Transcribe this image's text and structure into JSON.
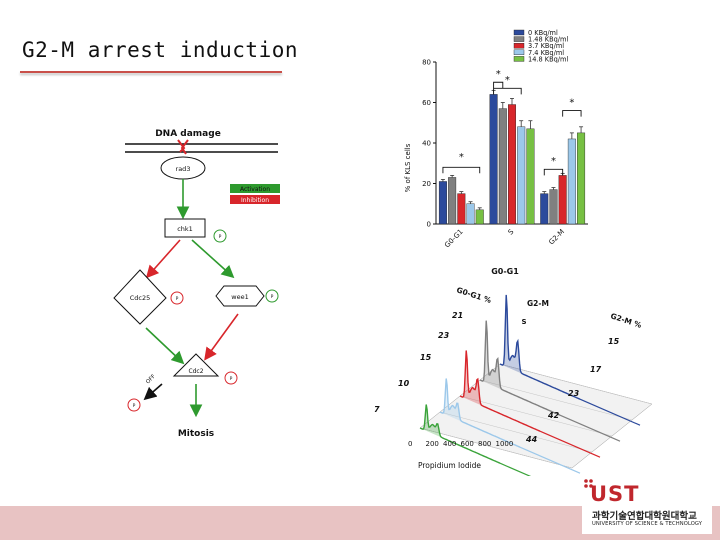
{
  "slide": {
    "title": "G2-M arrest induction"
  },
  "pathway": {
    "dna_damage": "DNA damage",
    "rad3": "rad3",
    "activation": "Activation",
    "inhibition": "Inhibition",
    "chk1": "chk1",
    "cdc25": "Cdc25",
    "wee1": "wee1",
    "cdc2": "Cdc2",
    "p": "P",
    "off": "OFF",
    "mitosis": "Mitosis",
    "colors": {
      "activation": "#2e9a2e",
      "inhibition": "#d8262b"
    }
  },
  "chart_data": [
    {
      "type": "bar",
      "ylabel": "% of KLS cells",
      "ylim": [
        0,
        80
      ],
      "yticks": [
        "0",
        "20",
        "40",
        "60",
        "80"
      ],
      "categories": [
        "G0-G1",
        "S",
        "G2-M"
      ],
      "series": [
        {
          "name": "0 KBq/ml",
          "color": "#2c4a9c",
          "values": [
            21,
            64,
            15
          ]
        },
        {
          "name": "1.48 KBq/ml",
          "color": "#808080",
          "values": [
            23,
            57,
            17
          ]
        },
        {
          "name": "3.7 KBq/ml",
          "color": "#d8262b",
          "values": [
            15,
            59,
            24
          ]
        },
        {
          "name": "7.4 KBq/ml",
          "color": "#9cc8ea",
          "values": [
            10,
            48,
            42
          ]
        },
        {
          "name": "14.8 KBq/ml",
          "color": "#77c043",
          "values": [
            7,
            47,
            45
          ]
        }
      ],
      "errors": [
        [
          1,
          2,
          1
        ],
        [
          1,
          3,
          1
        ],
        [
          1,
          3,
          1
        ],
        [
          1,
          3,
          3
        ],
        [
          1,
          4,
          3
        ]
      ],
      "significance": "*"
    },
    {
      "type": "area",
      "xlabel": "Propidium Iodide",
      "xticks": [
        "0",
        "200",
        "400",
        "600",
        "800",
        "1000"
      ],
      "peak_labels": {
        "g0g1": "G0-G1",
        "s": "S",
        "g2m": "G2-M"
      },
      "left_axis_title": "G0-G1 %",
      "right_axis_title": "G2-M %",
      "g0g1_percent": [
        "21",
        "23",
        "15",
        "10",
        "7"
      ],
      "g2m_percent": [
        "15",
        "17",
        "23",
        "42",
        "44"
      ],
      "series_colors": [
        "#2c4a9c",
        "#808080",
        "#d8262b",
        "#9cc8ea",
        "#3aa33a"
      ]
    }
  ],
  "logo": {
    "name": "UST",
    "korean": "과학기술연합대학원대학교",
    "english": "UNIVERSITY OF SCIENCE & TECHNOLOGY"
  }
}
